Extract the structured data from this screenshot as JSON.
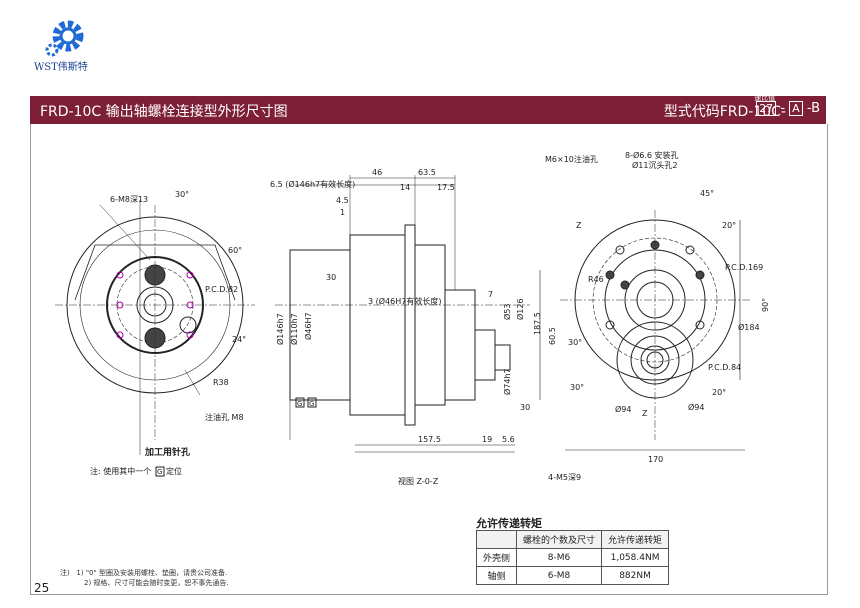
{
  "brand": {
    "logo_text": "WST伟斯特"
  },
  "banner": {
    "title": "FRD-10C  输出轴螺栓连接型外形尺寸图",
    "code_prefix": "型式代码FRD-10C-",
    "ratio_caption": "速比值",
    "ratio_value": "27",
    "variant_box": "A",
    "suffix": "-B"
  },
  "left_view": {
    "label_m8": "6-M8深13",
    "angle_30": "30°",
    "angle_60": "60°",
    "pcd": "P.C.D.82",
    "angle_24": "24°",
    "r38": "R38",
    "oil_port": "注油孔 M8",
    "pin_label": "加工用针孔",
    "note": "注: 使用其中一个",
    "note_box": "G",
    "note_end": "定位"
  },
  "section_view": {
    "d46": "46",
    "d63_5": "63.5",
    "d14": "14",
    "d17_5": "17.5",
    "d6_5": "6.5 (Ø146h7有效长度)",
    "d4_5": "4.5",
    "d1": "1",
    "d3": "3 (Ø46H7有效长度)",
    "d7": "7",
    "d30": "30",
    "d146": "Ø146h7",
    "d110": "Ø110h7",
    "d46h7": "Ø46H7",
    "d53": "Ø53",
    "d126": "Ø126",
    "d187_5": "187.5",
    "d74": "Ø74h7",
    "d30b": "30",
    "d157_5": "157.5",
    "d19": "19",
    "d5_6": "5.6",
    "g1": "G",
    "g2": "G",
    "view": "视图  Z-0-Z"
  },
  "right_view": {
    "oil": "M6×10注油孔",
    "holes": "8-Ø6.6 安装孔",
    "counter": "Ø11沉头孔2",
    "a45": "45°",
    "a20": "20°",
    "z": "Z",
    "r46": "R46",
    "pcd169": "P.C.D.169",
    "a90": "90°",
    "d184": "Ø184",
    "d60_5": "60.5",
    "d30": "30°",
    "pcd84": "P.C.D.84",
    "a20b": "20°",
    "d94a": "Ø94",
    "d94b": "Ø94",
    "z2": "Z",
    "a30": "30°",
    "m5": "4-M5深9",
    "d170": "170"
  },
  "torque_table": {
    "title": "允许传递转矩",
    "headers": [
      "",
      "螺栓的个数及尺寸",
      "允许传递转矩"
    ],
    "rows": [
      [
        "外壳侧",
        "8-M6",
        "1,058.4NM"
      ],
      [
        "轴侧",
        "6-M8",
        "882NM"
      ]
    ]
  },
  "notes": {
    "label": "注)",
    "line1": "1) \"0\" 型圈及安装用螺栓、垫圈，请贵公司准备.",
    "line2": "2) 规格、尺寸可能会随时变更，恕不事先通告."
  },
  "page_number": "25"
}
